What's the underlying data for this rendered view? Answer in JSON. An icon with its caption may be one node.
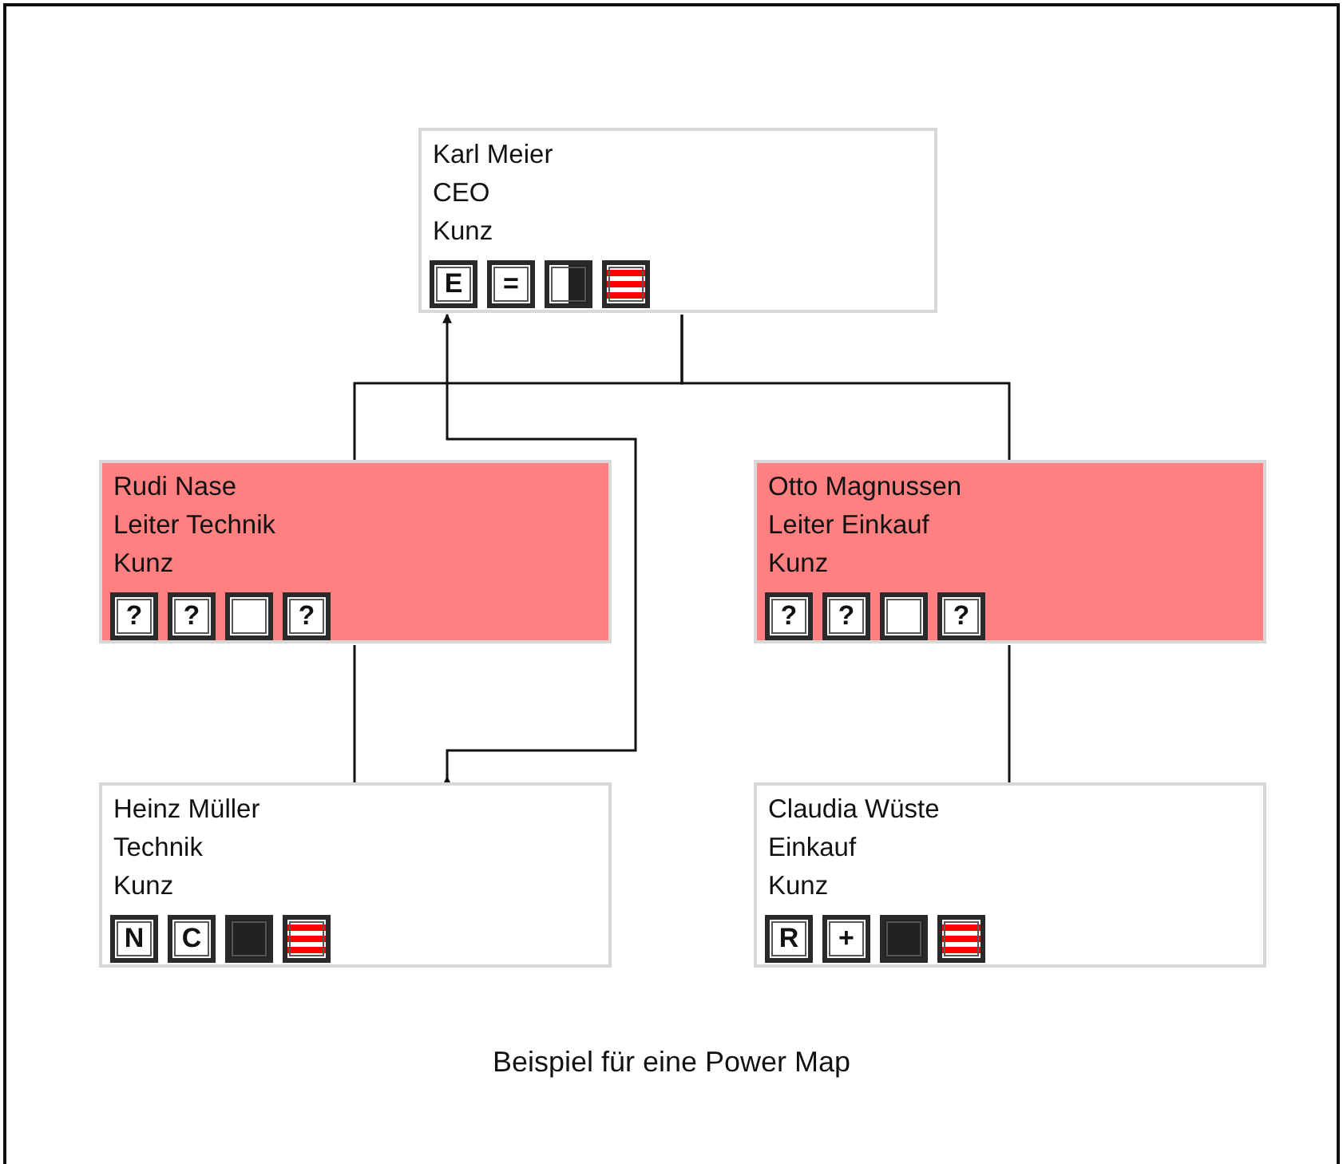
{
  "diagram": {
    "caption": "Beispiel für eine Power Map",
    "nodes": [
      {
        "text": [
          "Karl Meier",
          "CEO",
          "Kunz"
        ]
      },
      {
        "text": [
          "E"
        ],
        "in": 0
      },
      {
        "text": [
          "="
        ],
        "in": 0
      },
      {
        "text": [],
        "shape": "box",
        "in": 0
      },
      {
        "text": [],
        "shape": "box",
        "in": 0
      },
      {
        "text": [
          "Rudi Nase",
          "Leiter Technik",
          "Kunz"
        ]
      },
      {
        "text": [
          "?"
        ],
        "in": 5
      },
      {
        "text": [
          "?"
        ],
        "in": 5
      },
      {
        "text": [],
        "shape": "box",
        "in": 5
      },
      {
        "text": [
          "?"
        ],
        "in": 5
      },
      {
        "text": [
          "Otto Magnussen",
          "Leiter Einkauf",
          "Kunz"
        ]
      },
      {
        "text": [
          "?"
        ],
        "in": 10
      },
      {
        "text": [
          "?"
        ],
        "in": 10
      },
      {
        "text": [],
        "shape": "box",
        "in": 10
      },
      {
        "text": [
          "?"
        ],
        "in": 10
      },
      {
        "text": [
          "Heinz Müller",
          "Technik",
          "Kunz"
        ]
      },
      {
        "text": [
          "N"
        ],
        "in": 15
      },
      {
        "text": [
          "C"
        ],
        "in": 15
      },
      {
        "text": [],
        "shape": "box",
        "in": 15
      },
      {
        "text": [],
        "shape": "box",
        "in": 15
      },
      {
        "text": [
          "Claudia Wüste",
          "Einkauf",
          "Kunz"
        ]
      },
      {
        "text": [
          "R"
        ],
        "in": 20
      },
      {
        "text": [
          "+"
        ],
        "in": 20
      },
      {
        "text": [],
        "shape": "box",
        "in": 20
      },
      {
        "text": [],
        "shape": "box",
        "in": 20
      }
    ],
    "edges": [
      {
        "from": 0,
        "to": 5,
        "arrow": "none"
      },
      {
        "from": 0,
        "to": 10,
        "arrow": "none"
      },
      {
        "from": 5,
        "to": 15,
        "arrow": "none"
      },
      {
        "from": 10,
        "to": 20,
        "arrow": "none"
      },
      {
        "from": 15,
        "to": 0,
        "arrow": "to"
      }
    ]
  }
}
